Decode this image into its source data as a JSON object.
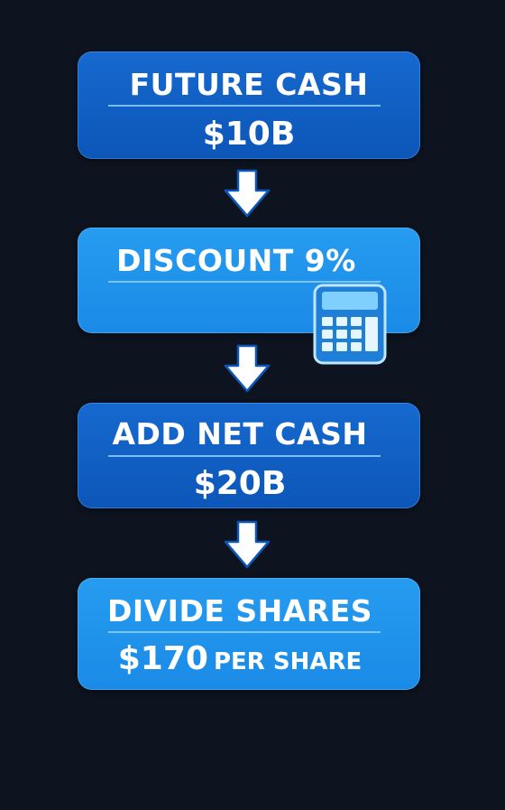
{
  "steps": [
    {
      "title": "FUTURE CASH",
      "value": "$10B",
      "unit": "",
      "style": "dark"
    },
    {
      "title": "DISCOUNT 9%",
      "value": "",
      "unit": "",
      "style": "light",
      "icon": "calculator-icon"
    },
    {
      "title": "ADD NET CASH",
      "value": "$20B",
      "unit": "",
      "style": "dark"
    },
    {
      "title": "DIVIDE SHARES",
      "value": "$170",
      "unit": "PER SHARE",
      "style": "light"
    }
  ],
  "colors": {
    "background": "#0d141f",
    "dark_box": "#1262c6",
    "light_box": "#2094ec",
    "divider": "#8ccdff",
    "arrow": "#ffffff"
  }
}
